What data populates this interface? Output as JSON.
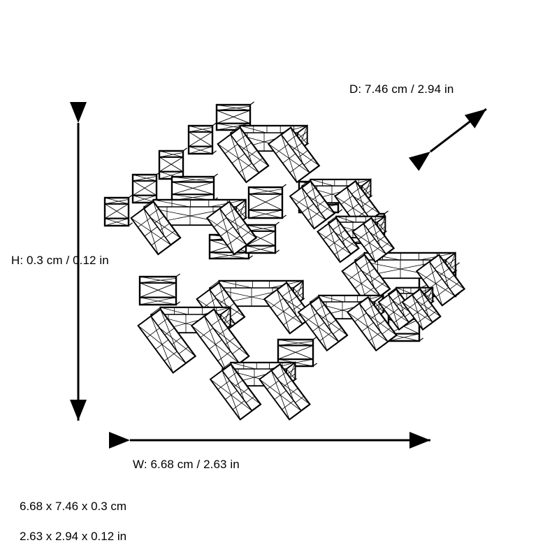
{
  "view": {
    "background_color": "#ffffff",
    "line_color": "#000000",
    "render_style": "wireframe-triangulated"
  },
  "dimensions": {
    "width": {
      "axis": "W",
      "label": "W: 6.68 cm / 2.63 in",
      "value_cm": 6.68,
      "value_in": 2.63,
      "arrow": "horizontal-double"
    },
    "height": {
      "axis": "H",
      "label": "H: 0.3 cm / 0.12 in",
      "value_cm": 0.3,
      "value_in": 0.12,
      "arrow": "vertical-double"
    },
    "depth": {
      "axis": "D",
      "label": "D: 7.46 cm / 2.94 in",
      "value_cm": 7.46,
      "value_in": 2.94,
      "arrow": "diagonal-double"
    }
  },
  "footer": {
    "metric": "6.68 x 7.46 x 0.3 cm",
    "imperial": "2.63 x 2.94 x 0.12 in"
  },
  "model": {
    "description": "wireframe 3d model of scattered elbow and u-shaped extruded tube segments",
    "piece_count": 34
  }
}
